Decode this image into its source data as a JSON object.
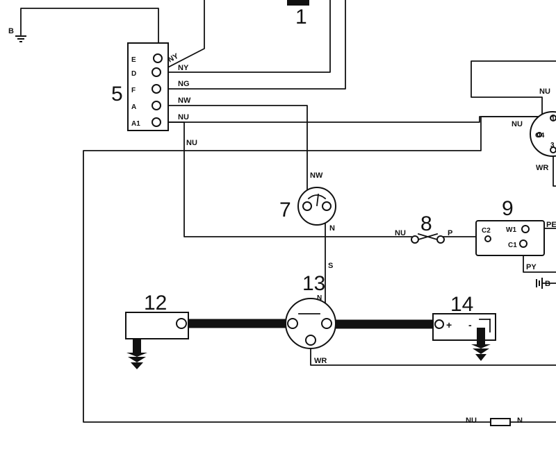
{
  "components": {
    "c1": "1",
    "c5": "5",
    "c7": "7",
    "c8": "8",
    "c9": "9",
    "c12": "12",
    "c13": "13",
    "c14": "14",
    "c13_pin": "N",
    "c14_plus": "+",
    "c14_minus": "-",
    "c5_pins": {
      "e": "E",
      "d": "D",
      "f": "F",
      "a": "A",
      "a1": "A1"
    },
    "c9_pins": {
      "c2": "C2",
      "w1": "W1",
      "c1": "C1"
    },
    "right_pins": {
      "p4": "O4",
      "p1": "1",
      "p3": "3"
    }
  },
  "wire_labels": {
    "b_top": "B",
    "ny1": "NY",
    "ny2": "NY",
    "ng": "NG",
    "nw1": "NW",
    "nu1": "NU",
    "nu2": "NU",
    "nw2": "NW",
    "n1": "N",
    "s": "S",
    "nu3": "NU",
    "p": "P",
    "pe": "PE",
    "py": "PY",
    "b_right": "B",
    "nu_right_top": "NU",
    "nu_right_mid": "NU",
    "wr_right": "WR",
    "wr_bottom": "WR",
    "nu_bottom": "NU",
    "n_bottom": "N"
  }
}
